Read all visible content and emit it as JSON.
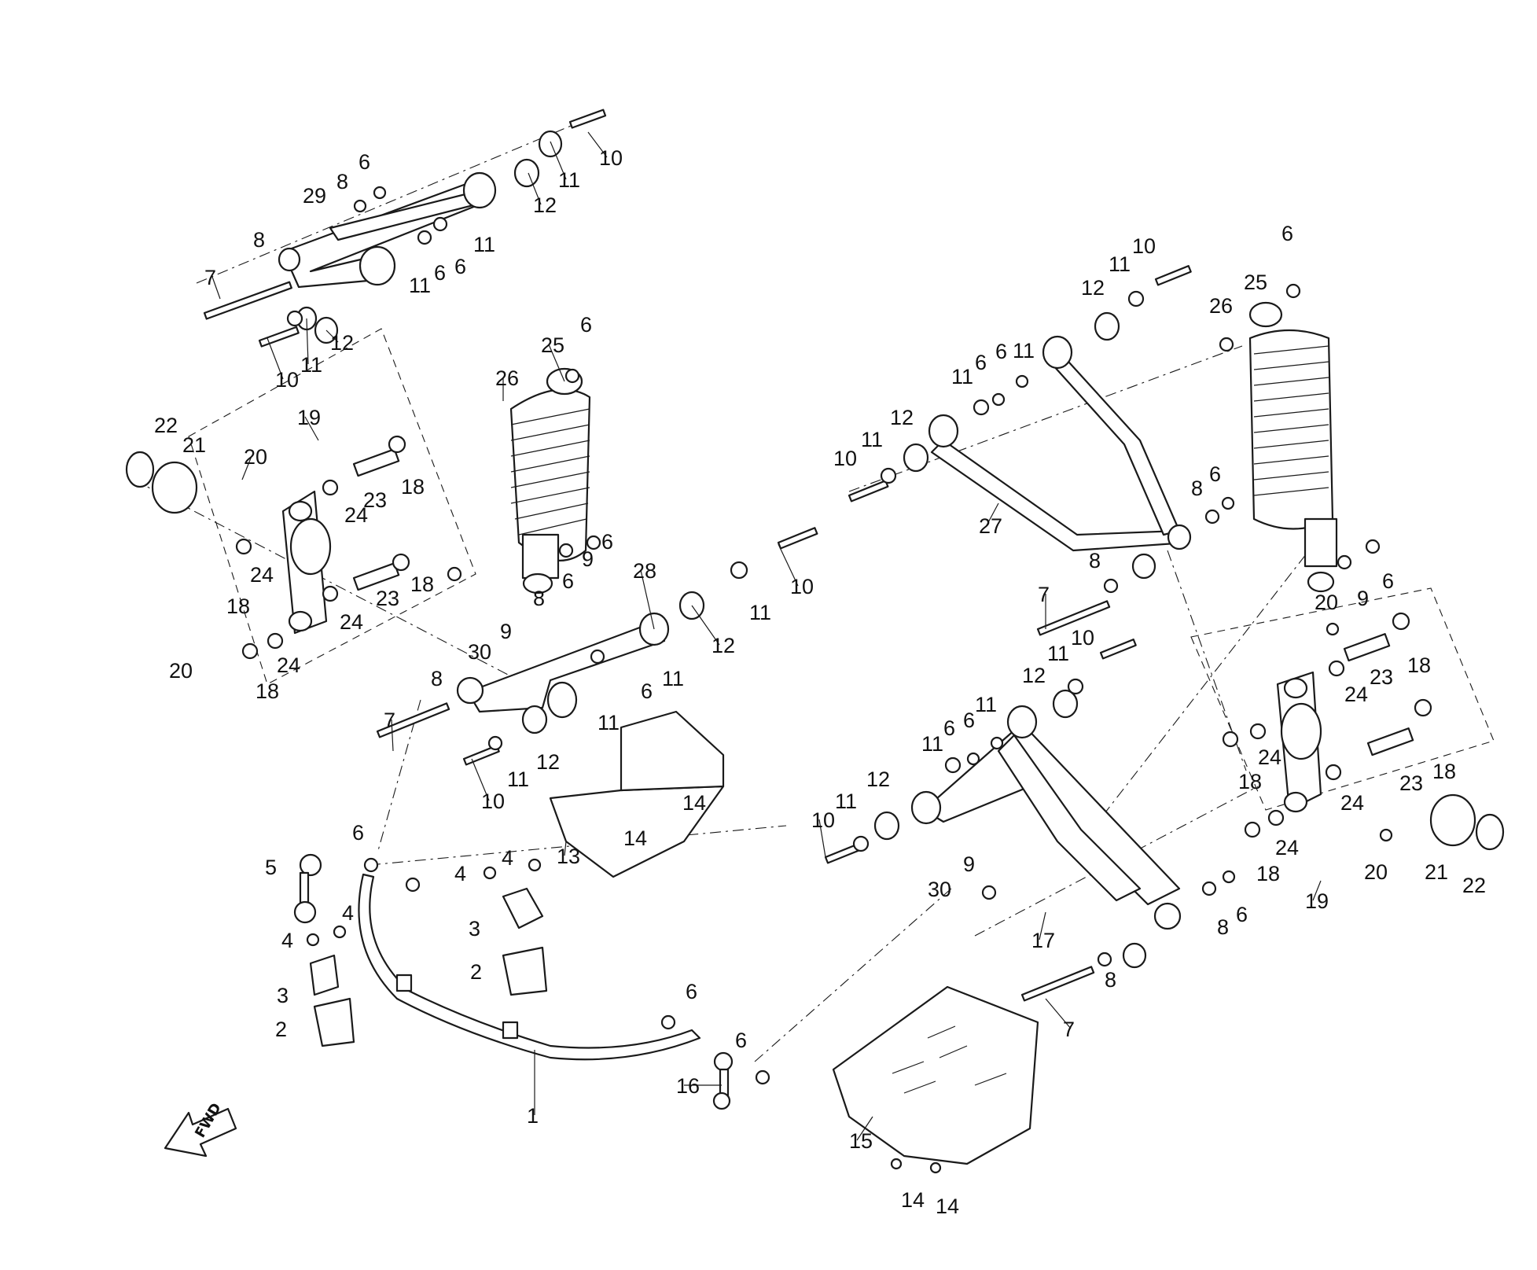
{
  "diagram": {
    "direction_marker": {
      "text": "FWD",
      "icon": "fwd-arrow-icon"
    },
    "callouts": [
      {
        "id": "c1",
        "text": "7"
      },
      {
        "id": "c2",
        "text": "8"
      },
      {
        "id": "c3",
        "text": "29"
      },
      {
        "id": "c4",
        "text": "8"
      },
      {
        "id": "c5",
        "text": "6"
      },
      {
        "id": "c6",
        "text": "10"
      },
      {
        "id": "c7",
        "text": "11"
      },
      {
        "id": "c8",
        "text": "12"
      },
      {
        "id": "c9",
        "text": "11"
      },
      {
        "id": "c10",
        "text": "6"
      },
      {
        "id": "c11",
        "text": "6"
      },
      {
        "id": "c12",
        "text": "11"
      },
      {
        "id": "c13",
        "text": "12"
      },
      {
        "id": "c14",
        "text": "11"
      },
      {
        "id": "c15",
        "text": "10"
      },
      {
        "id": "c16",
        "text": "25"
      },
      {
        "id": "c17",
        "text": "6"
      },
      {
        "id": "c18",
        "text": "26"
      },
      {
        "id": "c19",
        "text": "19"
      },
      {
        "id": "c20",
        "text": "22"
      },
      {
        "id": "c21",
        "text": "21"
      },
      {
        "id": "c22",
        "text": "20"
      },
      {
        "id": "c23",
        "text": "23"
      },
      {
        "id": "c24",
        "text": "18"
      },
      {
        "id": "c25",
        "text": "24"
      },
      {
        "id": "c26",
        "text": "24"
      },
      {
        "id": "c27",
        "text": "18"
      },
      {
        "id": "c28",
        "text": "23"
      },
      {
        "id": "c29",
        "text": "18"
      },
      {
        "id": "c30",
        "text": "24"
      },
      {
        "id": "c31",
        "text": "24"
      },
      {
        "id": "c32",
        "text": "20"
      },
      {
        "id": "c33",
        "text": "18"
      },
      {
        "id": "c34",
        "text": "6"
      },
      {
        "id": "c35",
        "text": "9"
      },
      {
        "id": "c36",
        "text": "6"
      },
      {
        "id": "c37",
        "text": "28"
      },
      {
        "id": "c38",
        "text": "10"
      },
      {
        "id": "c39",
        "text": "11"
      },
      {
        "id": "c40",
        "text": "8"
      },
      {
        "id": "c41",
        "text": "9"
      },
      {
        "id": "c42",
        "text": "30"
      },
      {
        "id": "c43",
        "text": "12"
      },
      {
        "id": "c44",
        "text": "11"
      },
      {
        "id": "c45",
        "text": "6"
      },
      {
        "id": "c46",
        "text": "11"
      },
      {
        "id": "c47",
        "text": "8"
      },
      {
        "id": "c48",
        "text": "7"
      },
      {
        "id": "c49",
        "text": "10"
      },
      {
        "id": "c50",
        "text": "11"
      },
      {
        "id": "c51",
        "text": "12"
      },
      {
        "id": "c52",
        "text": "14"
      },
      {
        "id": "c53",
        "text": "14"
      },
      {
        "id": "c54",
        "text": "13"
      },
      {
        "id": "c55",
        "text": "6"
      },
      {
        "id": "c56",
        "text": "5"
      },
      {
        "id": "c57",
        "text": "4"
      },
      {
        "id": "c58",
        "text": "4"
      },
      {
        "id": "c59",
        "text": "4"
      },
      {
        "id": "c60",
        "text": "4"
      },
      {
        "id": "c61",
        "text": "3"
      },
      {
        "id": "c62",
        "text": "3"
      },
      {
        "id": "c63",
        "text": "2"
      },
      {
        "id": "c64",
        "text": "2"
      },
      {
        "id": "c65",
        "text": "1"
      },
      {
        "id": "c66",
        "text": "6"
      },
      {
        "id": "c67",
        "text": "16"
      },
      {
        "id": "c68",
        "text": "6"
      },
      {
        "id": "c69",
        "text": "12"
      },
      {
        "id": "c70",
        "text": "11"
      },
      {
        "id": "c71",
        "text": "10"
      },
      {
        "id": "c72",
        "text": "26"
      },
      {
        "id": "c73",
        "text": "25"
      },
      {
        "id": "c74",
        "text": "6"
      },
      {
        "id": "c75",
        "text": "11"
      },
      {
        "id": "c76",
        "text": "6"
      },
      {
        "id": "c77",
        "text": "6"
      },
      {
        "id": "c78",
        "text": "11"
      },
      {
        "id": "c79",
        "text": "12"
      },
      {
        "id": "c80",
        "text": "11"
      },
      {
        "id": "c81",
        "text": "10"
      },
      {
        "id": "c82",
        "text": "27"
      },
      {
        "id": "c83",
        "text": "8"
      },
      {
        "id": "c84",
        "text": "6"
      },
      {
        "id": "c85",
        "text": "8"
      },
      {
        "id": "c86",
        "text": "7"
      },
      {
        "id": "c87",
        "text": "10"
      },
      {
        "id": "c88",
        "text": "11"
      },
      {
        "id": "c89",
        "text": "12"
      },
      {
        "id": "c90",
        "text": "11"
      },
      {
        "id": "c91",
        "text": "6"
      },
      {
        "id": "c92",
        "text": "6"
      },
      {
        "id": "c93",
        "text": "11"
      },
      {
        "id": "c94",
        "text": "12"
      },
      {
        "id": "c95",
        "text": "11"
      },
      {
        "id": "c96",
        "text": "10"
      },
      {
        "id": "c97",
        "text": "9"
      },
      {
        "id": "c98",
        "text": "30"
      },
      {
        "id": "c99",
        "text": "17"
      },
      {
        "id": "c100",
        "text": "8"
      },
      {
        "id": "c101",
        "text": "6"
      },
      {
        "id": "c102",
        "text": "8"
      },
      {
        "id": "c103",
        "text": "7"
      },
      {
        "id": "c104",
        "text": "15"
      },
      {
        "id": "c105",
        "text": "14"
      },
      {
        "id": "c106",
        "text": "14"
      },
      {
        "id": "c107",
        "text": "20"
      },
      {
        "id": "c108",
        "text": "9"
      },
      {
        "id": "c109",
        "text": "6"
      },
      {
        "id": "c110",
        "text": "23"
      },
      {
        "id": "c111",
        "text": "18"
      },
      {
        "id": "c112",
        "text": "24"
      },
      {
        "id": "c113",
        "text": "24"
      },
      {
        "id": "c114",
        "text": "18"
      },
      {
        "id": "c115",
        "text": "23"
      },
      {
        "id": "c116",
        "text": "18"
      },
      {
        "id": "c117",
        "text": "24"
      },
      {
        "id": "c118",
        "text": "24"
      },
      {
        "id": "c119",
        "text": "18"
      },
      {
        "id": "c120",
        "text": "20"
      },
      {
        "id": "c121",
        "text": "21"
      },
      {
        "id": "c122",
        "text": "22"
      },
      {
        "id": "c123",
        "text": "19"
      }
    ]
  }
}
